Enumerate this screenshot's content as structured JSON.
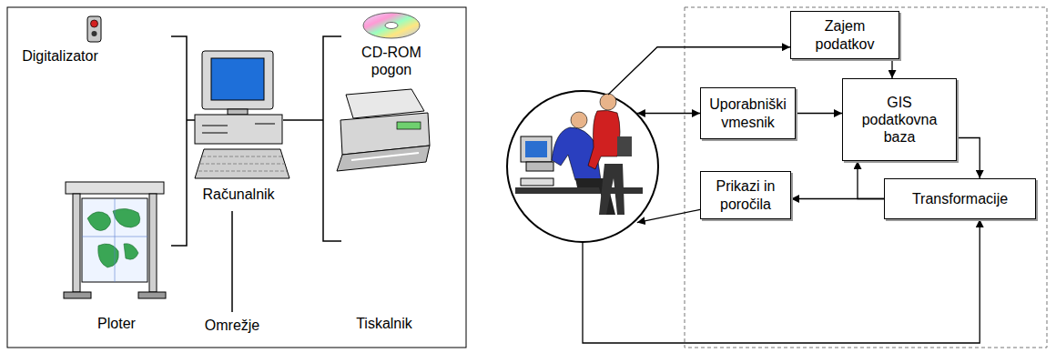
{
  "diagram": {
    "nodes": [
      {
        "text": [
          "Zajem podatkov"
        ]
      },
      {
        "text": [
          "Uporabniški vmesnik"
        ]
      },
      {
        "text": [
          "GIS podatkovna baza"
        ]
      },
      {
        "text": [
          "Prikazi in poročila"
        ]
      },
      {
        "text": [
          "Transformacije"
        ]
      }
    ],
    "edges": [
      {
        "from": 0,
        "to": 2,
        "arrow": "to"
      },
      {
        "from": 1,
        "to": 2,
        "arrow": "to"
      },
      {
        "from": 2,
        "to": 4,
        "arrow": "to"
      },
      {
        "from": 4,
        "to": 3,
        "arrow": "to"
      },
      {
        "from": 4,
        "to": 2,
        "arrow": "to"
      }
    ],
    "labels": [
      "Digitalizator",
      "Ploter",
      "Računalnik",
      "Omrežje",
      "CD-ROM pogon",
      "Tiskalnik"
    ]
  }
}
